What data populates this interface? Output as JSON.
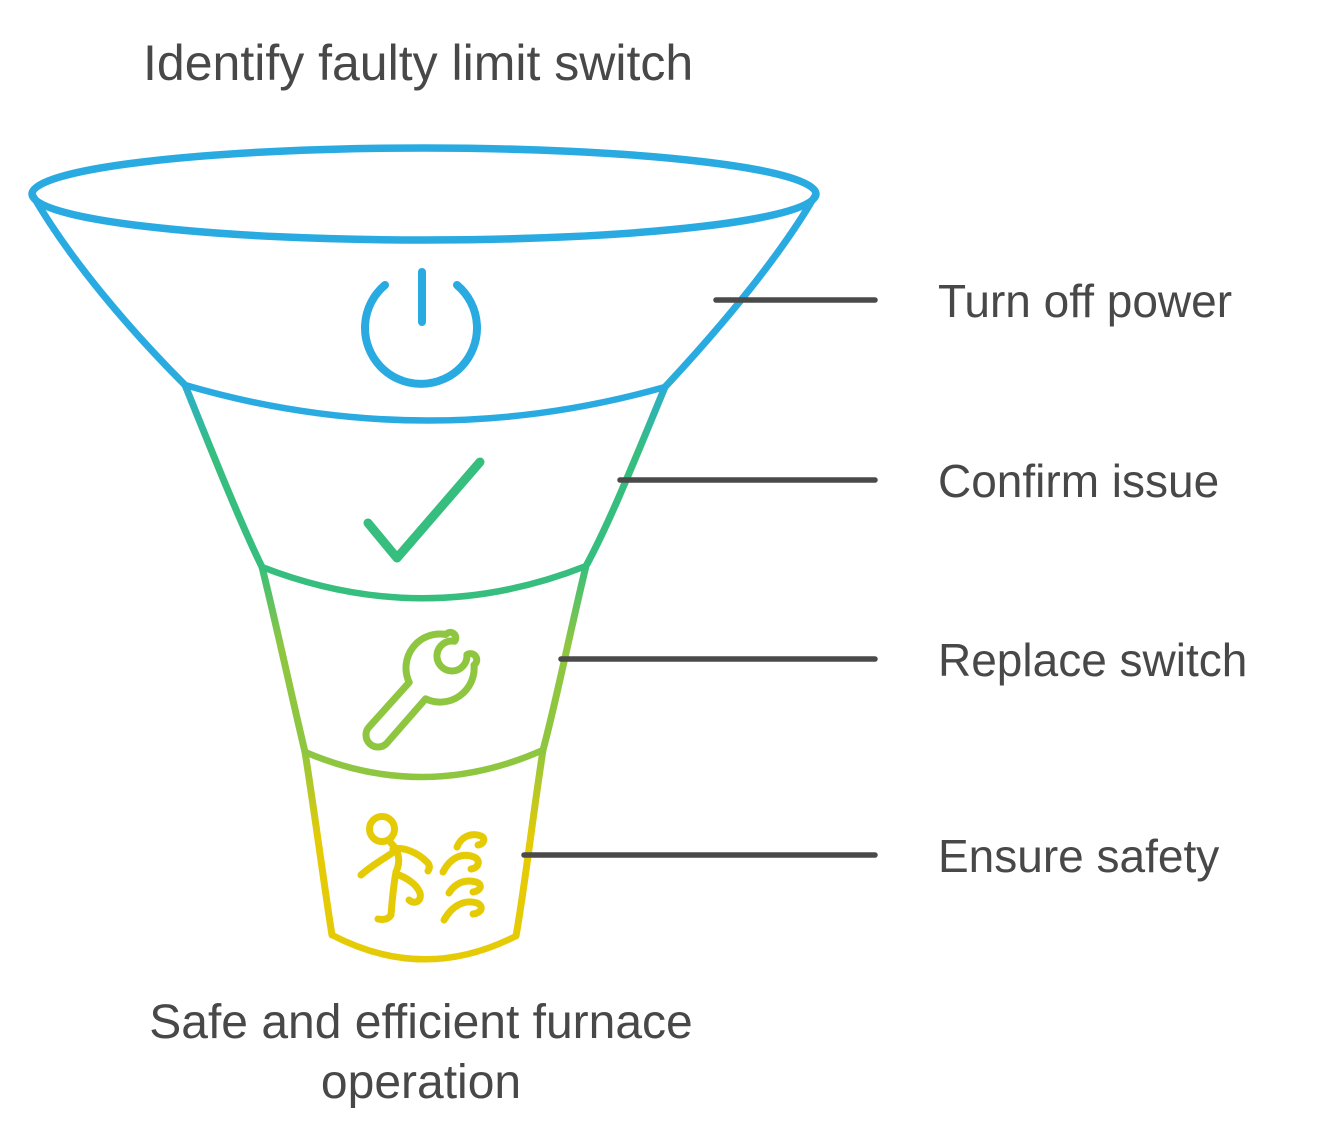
{
  "title": "Identify faulty limit switch",
  "caption": {
    "line1": "Safe and efficient furnace",
    "line2": "operation"
  },
  "palette": {
    "blue": "#29ABE2",
    "green": "#36BE7E",
    "lime": "#8FC640",
    "yellow": "#E5CB05",
    "text": "#484848",
    "connector": "#4A4A4A"
  },
  "stages": [
    {
      "label": "Turn off power",
      "icon": "power-icon",
      "color": "#29ABE2"
    },
    {
      "label": "Confirm issue",
      "icon": "check-icon",
      "color": "#36BE7E"
    },
    {
      "label": "Replace switch",
      "icon": "wrench-icon",
      "color": "#8FC640"
    },
    {
      "label": "Ensure safety",
      "icon": "running-person-icon",
      "color": "#E5CB05"
    }
  ]
}
